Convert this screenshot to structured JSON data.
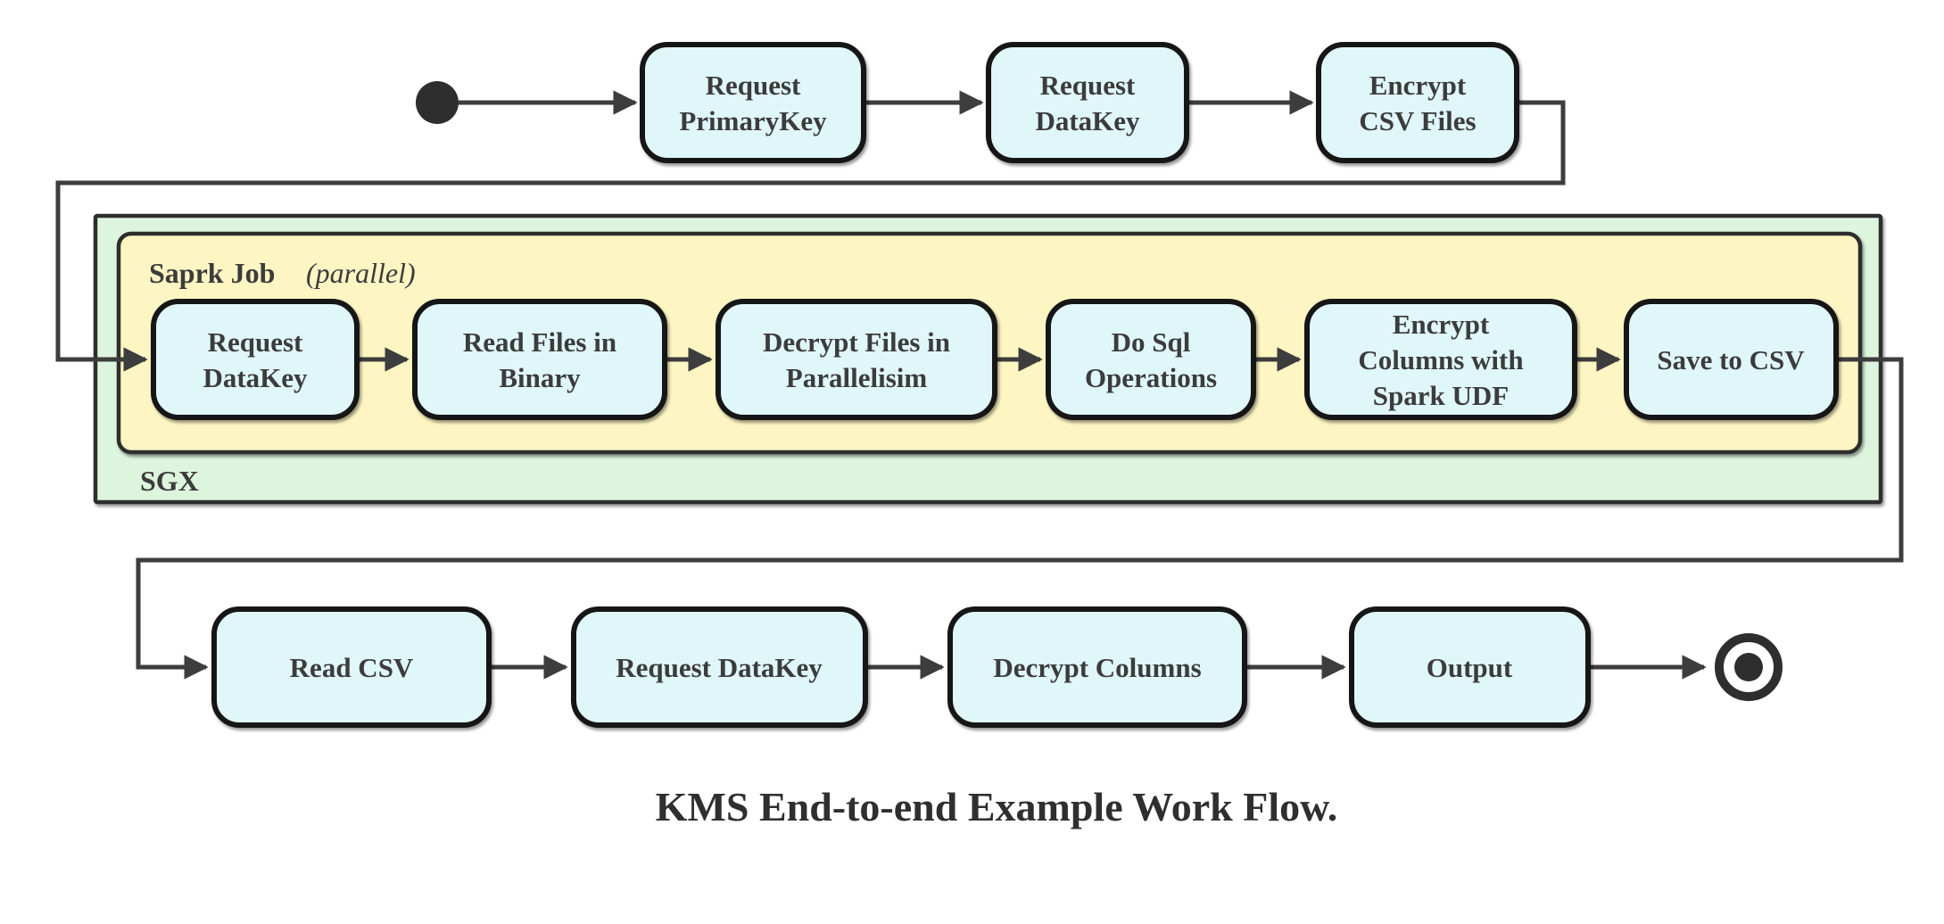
{
  "diagram": {
    "caption": "KMS End-to-end Example Work Flow.",
    "containers": {
      "sgx": {
        "label": "SGX"
      },
      "spark": {
        "label": "Saprk Job",
        "qualifier": "(parallel)"
      }
    },
    "top_row": [
      {
        "id": "request-primarykey",
        "lines": [
          "Request",
          "PrimaryKey"
        ]
      },
      {
        "id": "request-datakey",
        "lines": [
          "Request",
          "DataKey"
        ]
      },
      {
        "id": "encrypt-csv-files",
        "lines": [
          "Encrypt",
          "CSV Files"
        ]
      }
    ],
    "sgx_row": [
      {
        "id": "sgx-request-datakey",
        "lines": [
          "Request",
          "DataKey"
        ]
      },
      {
        "id": "read-files-in-binary",
        "lines": [
          "Read Files in",
          "Binary"
        ]
      },
      {
        "id": "decrypt-files",
        "lines": [
          "Decrypt Files in",
          "Parallelisim"
        ]
      },
      {
        "id": "do-sql-operations",
        "lines": [
          "Do Sql",
          "Operations"
        ]
      },
      {
        "id": "encrypt-columns",
        "lines": [
          "Encrypt",
          "Columns with",
          "Spark UDF"
        ]
      },
      {
        "id": "save-to-csv",
        "lines": [
          "Save to CSV"
        ]
      }
    ],
    "bottom_row": [
      {
        "id": "read-csv",
        "lines": [
          "Read CSV"
        ]
      },
      {
        "id": "request-datakey-2",
        "lines": [
          "Request DataKey"
        ]
      },
      {
        "id": "decrypt-columns",
        "lines": [
          "Decrypt Columns"
        ]
      },
      {
        "id": "output",
        "lines": [
          "Output"
        ]
      }
    ],
    "markers": {
      "start": "initial-state-icon",
      "end": "final-state-icon"
    },
    "flow_sequence": [
      "start",
      "Request PrimaryKey",
      "Request DataKey",
      "Encrypt CSV Files",
      "Request DataKey (SGX)",
      "Read Files in Binary",
      "Decrypt Files in Parallelisim",
      "Do Sql Operations",
      "Encrypt Columns with Spark UDF",
      "Save to CSV",
      "Read CSV",
      "Request DataKey",
      "Decrypt Columns",
      "Output",
      "end"
    ],
    "colors": {
      "node_fill": "#e0f7fa",
      "spark_fill": "#fdf6c3",
      "sgx_fill": "#ddf5dd",
      "node_stroke": "#161616",
      "line": "#3d3d3d",
      "text": "#3c3c3c"
    }
  }
}
